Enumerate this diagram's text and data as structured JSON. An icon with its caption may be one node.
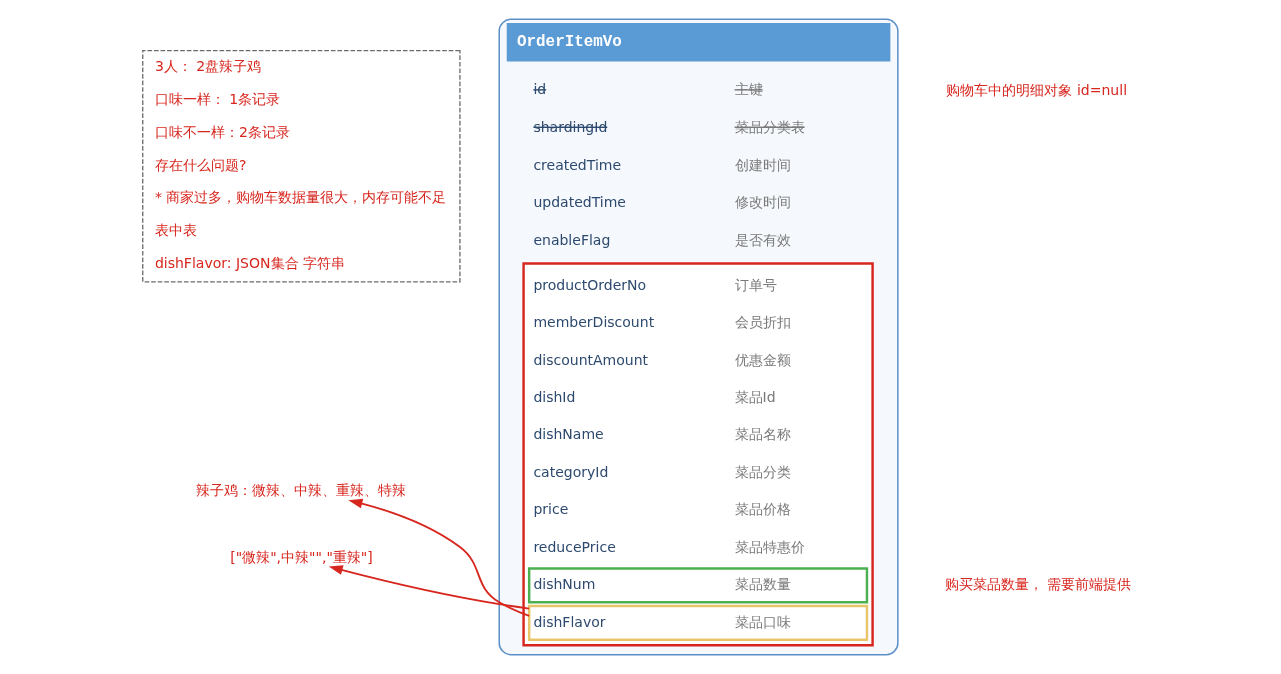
{
  "diagram": {
    "nodes": [
      {
        "text": [
          "3人： 2盘辣子鸡",
          "口味一样： 1条记录",
          "口味不一样：2条记录",
          "存在什么问题?",
          "* 商家过多，购物车数据量很大，内存可能不足",
          "表中表",
          "dishFlavor: JSON集合 字符串"
        ]
      },
      {
        "text": [
          "OrderItemVo"
        ]
      },
      {
        "text": [
          "id",
          "主键"
        ],
        "in": 1
      },
      {
        "text": [
          "shardingId",
          "菜品分类表"
        ],
        "in": 1
      },
      {
        "text": [
          "createdTime",
          "创建时间"
        ],
        "in": 1
      },
      {
        "text": [
          "updatedTime",
          "修改时间"
        ],
        "in": 1
      },
      {
        "text": [
          "enableFlag",
          "是否有效"
        ],
        "in": 1
      },
      {
        "text": [],
        "shape": "box",
        "in": 1
      },
      {
        "text": [
          "productOrderNo",
          "订单号"
        ],
        "in": 7
      },
      {
        "text": [
          "memberDiscount",
          "会员折扣"
        ],
        "in": 7
      },
      {
        "text": [
          "discountAmount",
          "优惠金额"
        ],
        "in": 7
      },
      {
        "text": [
          "dishId",
          "菜品Id"
        ],
        "in": 7
      },
      {
        "text": [
          "dishName",
          "菜品名称"
        ],
        "in": 7
      },
      {
        "text": [
          "categoryId",
          "菜品分类"
        ],
        "in": 7
      },
      {
        "text": [
          "price",
          "菜品价格"
        ],
        "in": 7
      },
      {
        "text": [
          "reducePrice",
          "菜品特惠价"
        ],
        "in": 7
      },
      {
        "text": [
          "dishNum",
          "菜品数量"
        ],
        "in": 7
      },
      {
        "text": [
          "dishFlavor",
          "菜品口味"
        ],
        "in": 7
      },
      {
        "text": [
          "辣子鸡：微辣、中辣、重辣、特辣"
        ]
      },
      {
        "text": [
          "[\"微辣\",中辣\"\",\"重辣\"]"
        ]
      }
    ],
    "edges": [
      {
        "from": 17,
        "to": 18,
        "arrow": "to"
      },
      {
        "from": 17,
        "to": 19,
        "arrow": "to"
      }
    ],
    "labels": [
      "购物车中的明细对象 id=null",
      "购买菜品数量， 需要前端提供"
    ]
  }
}
